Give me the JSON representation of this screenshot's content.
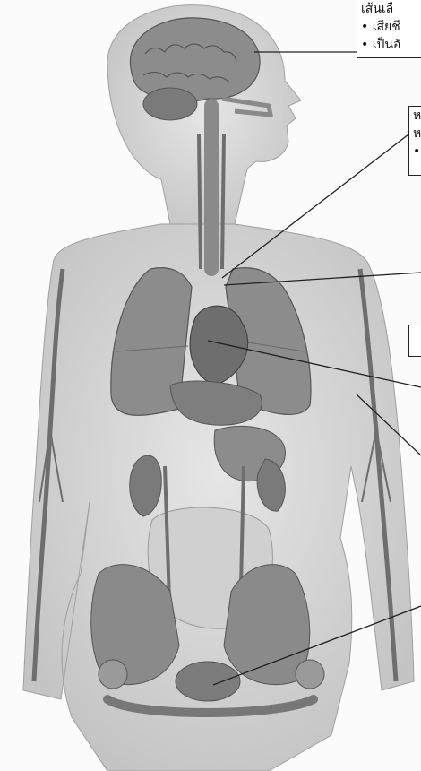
{
  "callouts": {
    "brain": {
      "line1": "เส้นเลื",
      "line2": "• เสียชี",
      "line3": "• เป็นอั"
    },
    "middle": {
      "line1": "ห",
      "line2": "ห",
      "line3": "•"
    }
  },
  "colors": {
    "skin": "#d8d8d8",
    "organ": "#8a8a8a",
    "organ_dark": "#6e6e6e",
    "vessel": "#707070",
    "line": "#222222"
  }
}
